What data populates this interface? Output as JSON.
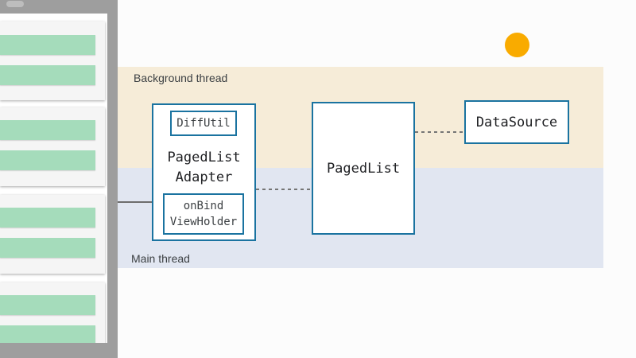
{
  "threads": {
    "background_label": "Background thread",
    "main_label": "Main thread"
  },
  "components": {
    "diffutil": "DiffUtil",
    "adapter_line1": "PagedList",
    "adapter_line2": "Adapter",
    "onbind_line1": "onBind",
    "onbind_line2": "ViewHolder",
    "pagedlist": "PagedList",
    "datasource": "DataSource"
  },
  "colors": {
    "box_border": "#1a73a0",
    "background_thread": "#f6ecd8",
    "main_thread": "#e1e6f1",
    "list_item": "#a5dcbb",
    "indicator_dot": "#f9ab00"
  }
}
